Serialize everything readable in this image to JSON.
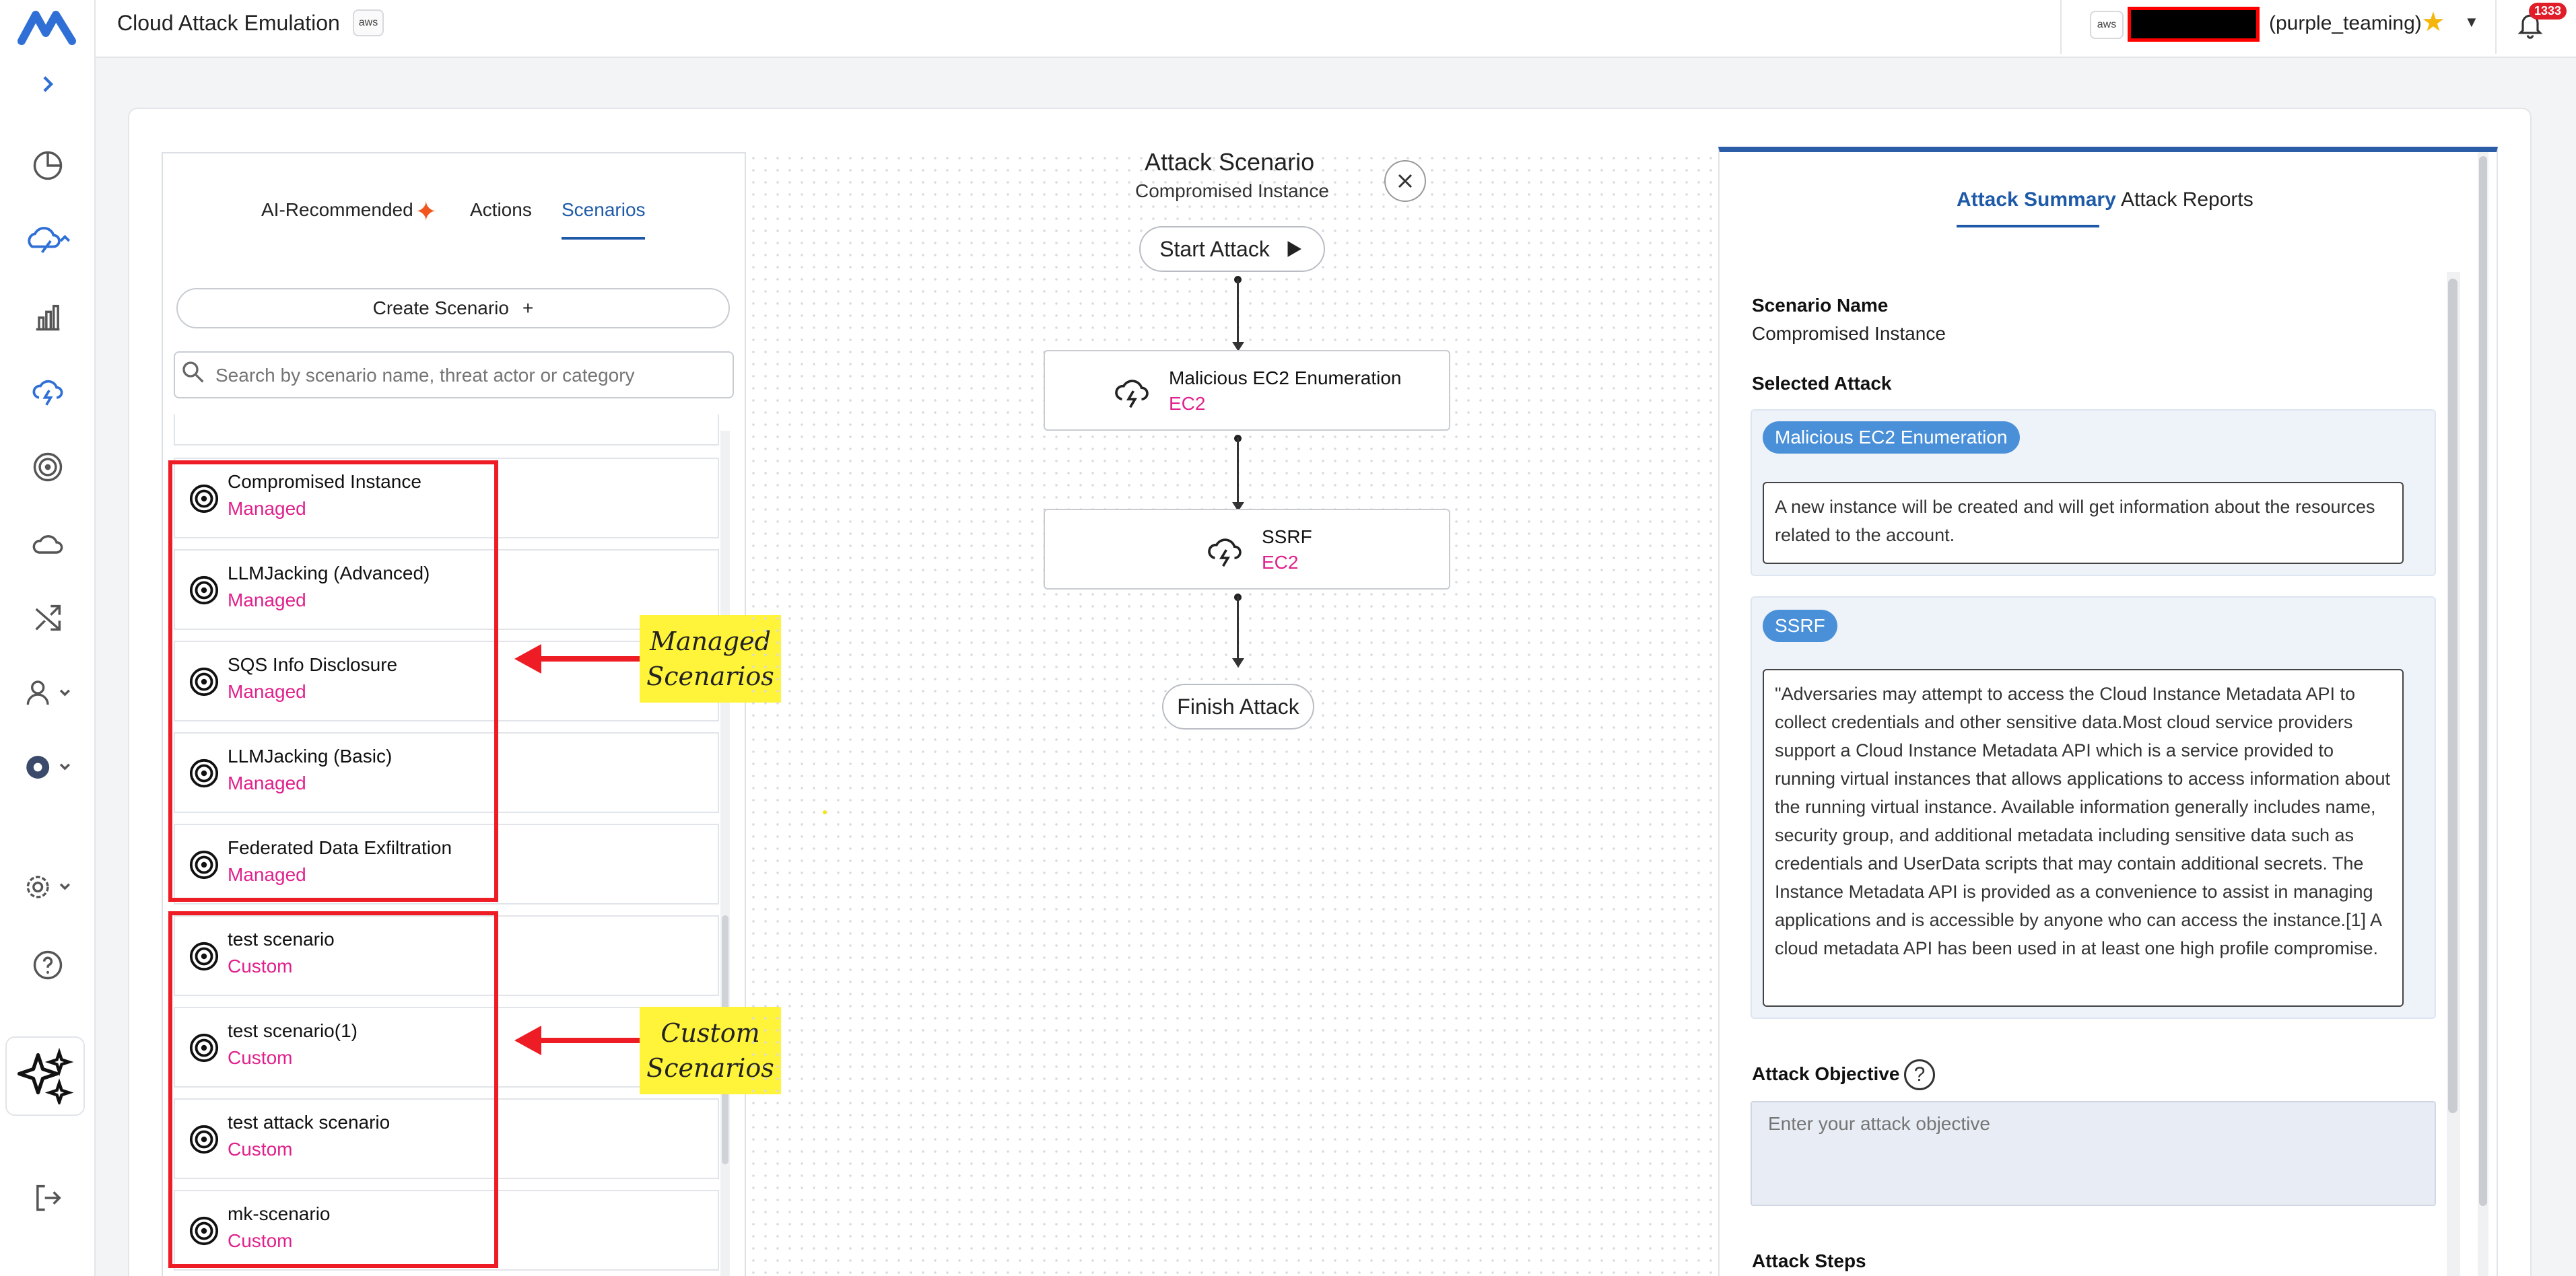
{
  "header": {
    "title": "Cloud Attack Emulation",
    "aws_badge": "aws",
    "account_badge": "aws",
    "account_name": "(purple_teaming)",
    "notifications_count": "1333"
  },
  "left_panel": {
    "tabs": [
      {
        "label": "AI-Recommended"
      },
      {
        "label": "Actions"
      },
      {
        "label": "Scenarios"
      }
    ],
    "create_button": "Create Scenario",
    "create_plus": "+",
    "search_placeholder": "Search by scenario name, threat actor or category",
    "items": [
      {
        "name": "Compromised Instance",
        "type": "Managed"
      },
      {
        "name": "LLMJacking (Advanced)",
        "type": "Managed"
      },
      {
        "name": "SQS Info Disclosure",
        "type": "Managed"
      },
      {
        "name": "LLMJacking (Basic)",
        "type": "Managed"
      },
      {
        "name": "Federated Data Exfiltration",
        "type": "Managed"
      },
      {
        "name": "test scenario",
        "type": "Custom"
      },
      {
        "name": "test scenario(1)",
        "type": "Custom"
      },
      {
        "name": "test attack scenario",
        "type": "Custom"
      },
      {
        "name": "mk-scenario",
        "type": "Custom"
      }
    ]
  },
  "annotations": {
    "managed_line1": "Managed",
    "managed_line2": "Scenarios",
    "custom_line1": "Custom",
    "custom_line2": "Scenarios"
  },
  "flow": {
    "title": "Attack Scenario",
    "subtitle": "Compromised Instance",
    "start_label": "Start Attack",
    "finish_label": "Finish Attack",
    "nodes": [
      {
        "name": "Malicious EC2 Enumeration",
        "service": "EC2"
      },
      {
        "name": "SSRF",
        "service": "EC2"
      }
    ]
  },
  "right_panel": {
    "tabs": [
      {
        "label": "Attack Summary"
      },
      {
        "label": "Attack Reports"
      }
    ],
    "scenario_name_label": "Scenario Name",
    "scenario_name_value": "Compromised Instance",
    "selected_attack_label": "Selected Attack",
    "attacks": [
      {
        "name": "Malicious EC2 Enumeration",
        "description": "A new instance will be created and will get information about the resources related to the account."
      },
      {
        "name": "SSRF",
        "description": "\"Adversaries may attempt to access the Cloud Instance Metadata API to collect credentials and other sensitive data.Most cloud service providers support a Cloud Instance Metadata API which is a service provided to running virtual instances that allows applications to access information about the running virtual instance. Available information generally includes name, security group, and additional metadata including sensitive data such as credentials and UserData scripts that may contain additional secrets. The Instance Metadata API is provided as a convenience to assist in managing applications and is accessible by anyone who can access the instance.[1] A cloud metadata API has been used in at least one high profile compromise."
      }
    ],
    "objective_label": "Attack Objective",
    "objective_help": "?",
    "objective_placeholder": "Enter your attack objective",
    "steps_label": "Attack Steps"
  },
  "colors": {
    "accent": "#1e5aa8",
    "managed_tag": "#e0208c",
    "annotation_red": "#ee1c25",
    "annotation_yellow": "#fff43a",
    "chip_blue": "#4a90d9"
  }
}
